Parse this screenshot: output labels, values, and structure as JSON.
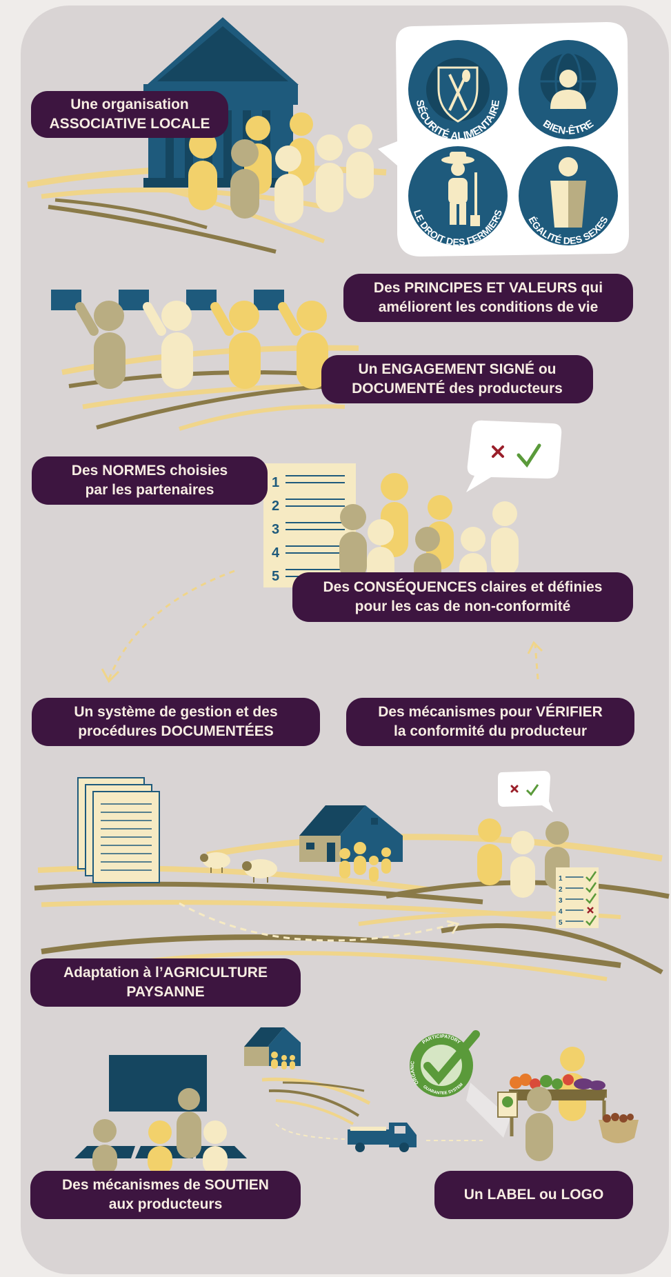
{
  "colors": {
    "panel": "#d9d4d4",
    "pill": "#3d1540",
    "pill_text": "#f7ede3",
    "navy": "#1e5a7c",
    "dark_navy": "#154660",
    "wheat": "#f0d58a",
    "olive": "#8a7a48",
    "khaki": "#b9ad82",
    "cream": "#f6eac3",
    "yellow": "#f2d16b",
    "check_green": "#5a9a3a",
    "cross_red": "#9a1f2a"
  },
  "labels": {
    "organisation": [
      "Une organisation",
      "ASSOCIATIVE LOCALE"
    ],
    "principes": [
      "Des PRINCIPES ET VALEURS qui",
      "améliorent les conditions de vie"
    ],
    "engagement": [
      "Un ENGAGEMENT SIGNÉ ou",
      "DOCUMENTÉ des producteurs"
    ],
    "normes": [
      "Des NORMES choisies",
      "par les partenaires"
    ],
    "consequences": [
      "Des CONSÉQUENCES claires et définies",
      "pour les cas de non-conformité"
    ],
    "gestion": [
      "Un système de gestion et des",
      "procédures DOCUMENTÉES"
    ],
    "verifier": [
      "Des mécanismes pour VÉRIFIER",
      "la conformité du producteur"
    ],
    "adaptation": [
      "Adaptation à l’AGRICULTURE",
      "PAYSANNE"
    ],
    "soutien": [
      "Des mécanismes de SOUTIEN",
      "aux producteurs"
    ],
    "label": [
      "Un LABEL ou LOGO"
    ]
  },
  "badges": [
    {
      "text": "SÉCURITÉ ALIMENTAIRE",
      "icon": "fork-spoon-shield-icon"
    },
    {
      "text": "BIEN-ÊTRE",
      "icon": "globe-person-icon"
    },
    {
      "text": "LE DROIT DES FERMIERS",
      "icon": "farmer-icon"
    },
    {
      "text": "ÉGALITÉ DES SEXES",
      "icon": "man-woman-icon"
    }
  ],
  "norm_numbers": [
    "1",
    "2",
    "3",
    "4",
    "5"
  ],
  "checklist_numbers": [
    "1",
    "2",
    "3",
    "4",
    "5"
  ],
  "stamp_text": {
    "top": "PARTICIPATORY",
    "left": "ORGANIC",
    "bottom": "GUARANTEE SYSTEM"
  }
}
